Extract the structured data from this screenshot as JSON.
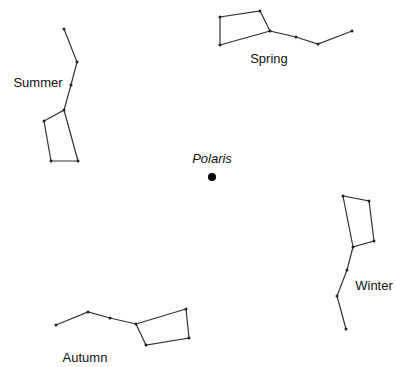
{
  "diagram": {
    "labels": [
      "Summer",
      "Spring",
      "Polaris",
      "Winter",
      "Autumn"
    ]
  }
}
